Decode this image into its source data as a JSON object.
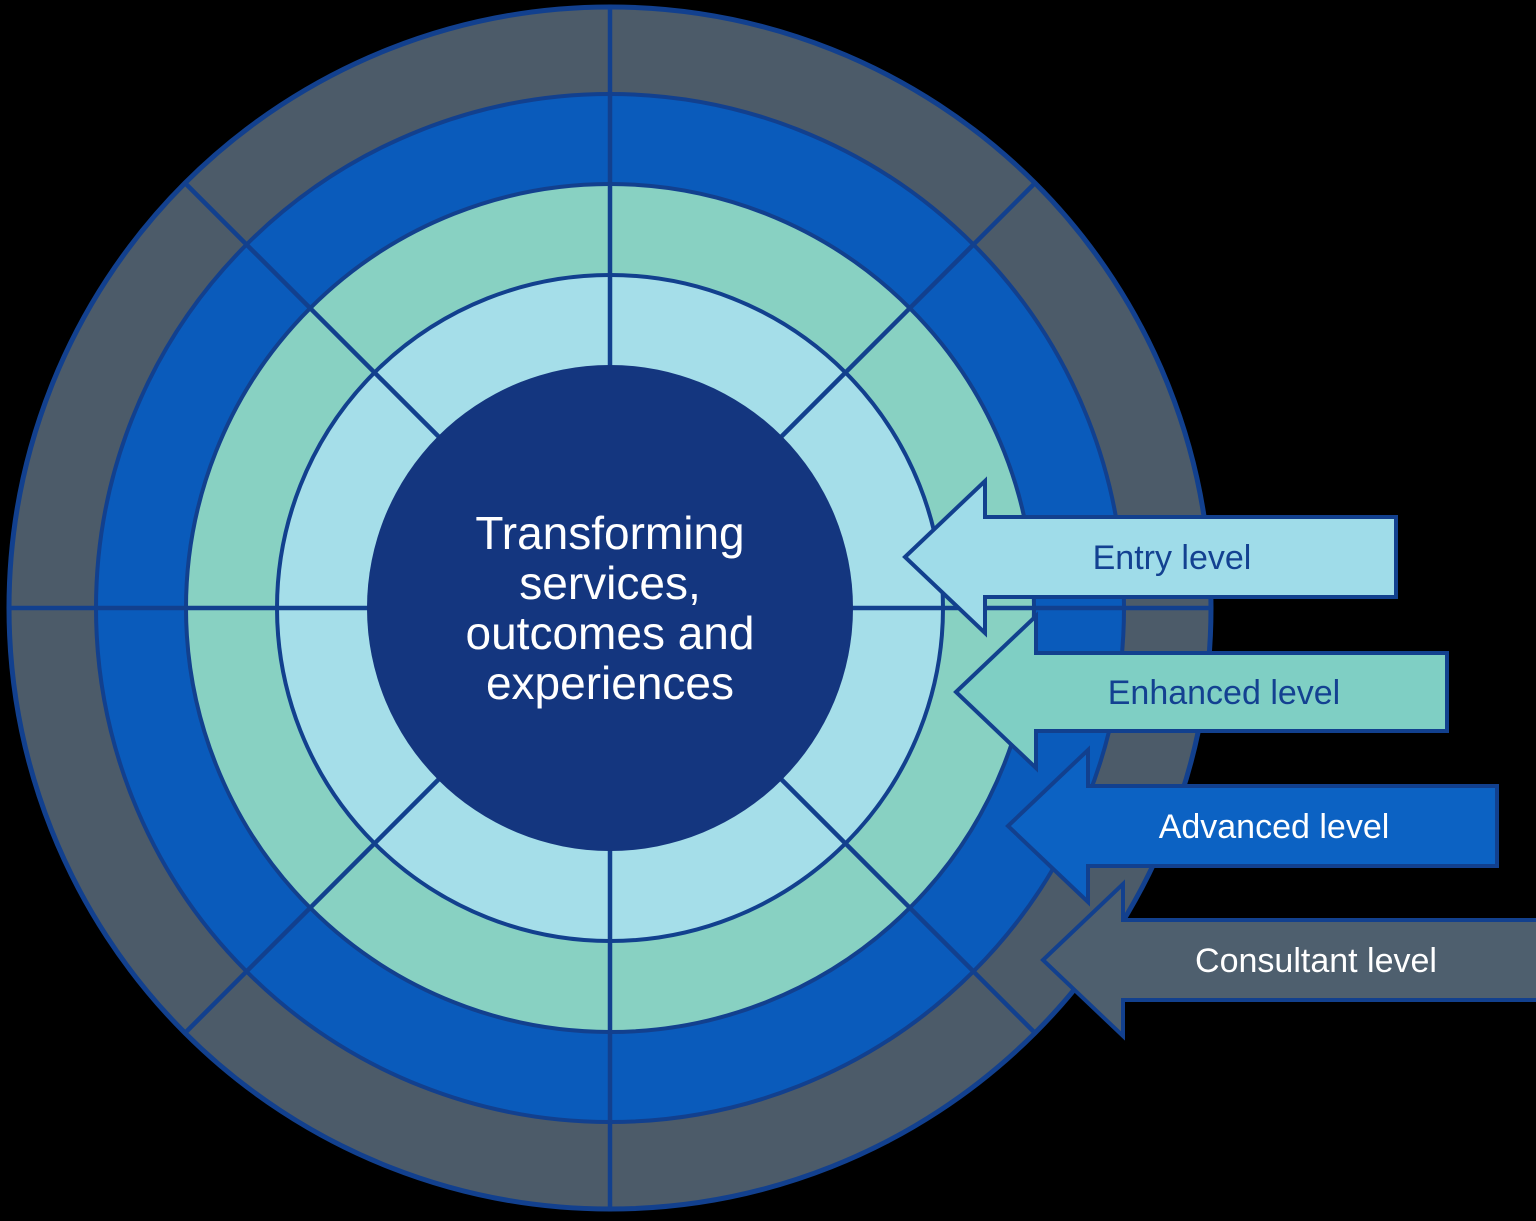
{
  "background_color": "#000000",
  "center": {
    "text": "Transforming services, outcomes and experiences",
    "lines": [
      "Transforming",
      "services,",
      "outcomes and",
      "experiences"
    ],
    "color": "#14367F",
    "text_color": "#FFFFFF"
  },
  "levels": [
    {
      "label": "Entry level",
      "ring_color": "#A5DEE9",
      "arrow_color": "#9FDCE9",
      "label_color": "#134191"
    },
    {
      "label": "Enhanced level",
      "ring_color": "#88D1C2",
      "arrow_color": "#7FCFC4",
      "label_color": "#134191"
    },
    {
      "label": "Advanced level",
      "ring_color": "#0A5BBB",
      "arrow_color": "#0C62C3",
      "label_color": "#FFFFFF"
    },
    {
      "label": "Consultant level",
      "ring_color": "#4C5B69",
      "arrow_color": "#4E5F6E",
      "label_color": "#FFFFFF"
    }
  ],
  "border_color": "#12408E"
}
